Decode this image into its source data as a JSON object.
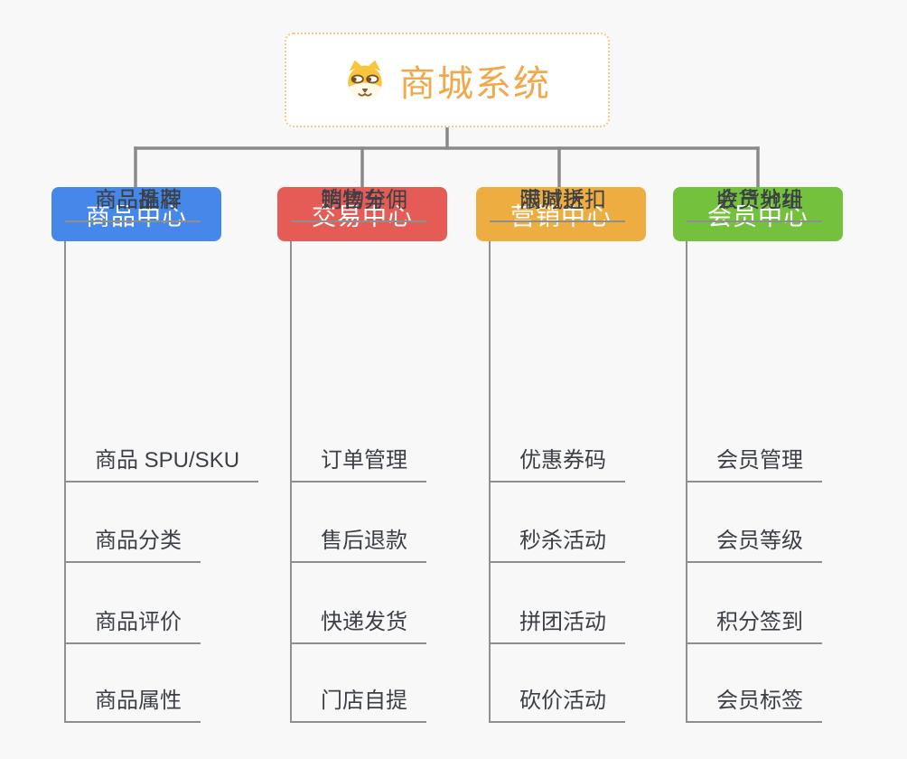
{
  "page": {
    "background_color": "#F8F8F8",
    "connector_color": "#8A8A8A",
    "item_line_color": "#8E8E8E"
  },
  "root": {
    "title": "商城系统",
    "icon": "dog-face-icon",
    "text_color": "#F0A84A",
    "border_color": "#F5C888"
  },
  "branches": [
    {
      "label": "商品中心",
      "color": "#4588E9",
      "items": [
        "商品 SPU/SKU",
        "商品分类",
        "商品评价",
        "商品属性",
        "商品推荐",
        "商品品牌"
      ]
    },
    {
      "label": "交易中心",
      "color": "#E55B55",
      "items": [
        "订单管理",
        "售后退款",
        "快递发货",
        "门店自提",
        "购物车",
        "销售分佣"
      ]
    },
    {
      "label": "营销中心",
      "color": "#EEAD40",
      "items": [
        "优惠券码",
        "秒杀活动",
        "拼团活动",
        "砍价活动",
        "限时折扣",
        "满减送"
      ]
    },
    {
      "label": "会员中心",
      "color": "#74C13D",
      "items": [
        "会员管理",
        "会员等级",
        "积分签到",
        "会员标签",
        "会员分组",
        "收货地址"
      ]
    }
  ]
}
